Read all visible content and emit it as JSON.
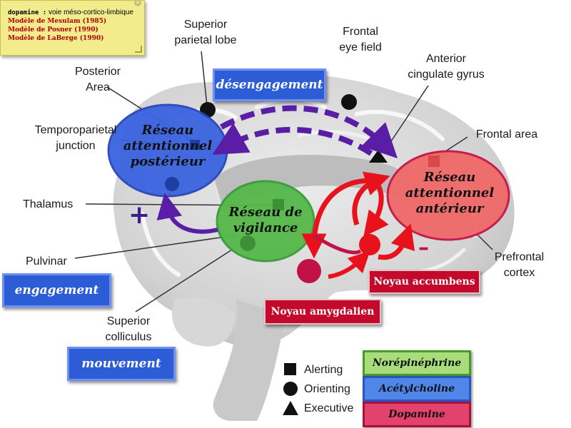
{
  "note": {
    "line1_bold": "dopamine :",
    "line1_rest": " voie méso-cortico-limbique",
    "line2": "Modèle de Mesulam (1985)",
    "line3": "Modèle de Posner (1990)",
    "line4": "Modèle de LaBerge (1990)"
  },
  "anatomy_labels": {
    "superior_parietal_1": "Superior",
    "superior_parietal_2": "parietal lobe",
    "frontal_eye_1": "Frontal",
    "frontal_eye_2": "eye field",
    "anterior_cingulate_1": "Anterior",
    "anterior_cingulate_2": "cingulate gyrus",
    "posterior_area_1": "Posterior",
    "posterior_area_2": "Area",
    "temporoparietal_1": "Temporoparietal",
    "temporoparietal_2": "junction",
    "frontal_area": "Frontal area",
    "thalamus": "Thalamus",
    "pulvinar": "Pulvinar",
    "prefrontal_1": "Prefrontal",
    "prefrontal_2": "cortex",
    "superior_colliculus_1": "Superior",
    "superior_colliculus_2": "colliculus"
  },
  "networks": {
    "posterior_1": "Réseau",
    "posterior_2": "attentionnel",
    "posterior_3": "postérieur",
    "vigilance_1": "Réseau de",
    "vigilance_2": "vigilance",
    "anterior_1": "Réseau",
    "anterior_2": "attentionnel",
    "anterior_3": "antérieur"
  },
  "processes": {
    "desengagement": "désengagement",
    "engagement": "engagement",
    "mouvement": "mouvement"
  },
  "nuclei": {
    "accumbens": "Noyau accumbens",
    "amygdalien": "Noyau amygdalien"
  },
  "signs": {
    "plus": "+",
    "minus": "–"
  },
  "legend_shapes": {
    "alerting": "Alerting",
    "orienting": "Orienting",
    "executive": "Executive"
  },
  "legend_neuro": {
    "norepinephrine": "Norépinéphrine",
    "acetylcholine": "Acétylcholine",
    "dopamine": "Dopamine"
  },
  "colors": {
    "posterior_network": "#3b63e0",
    "vigilance_network": "#55b84a",
    "anterior_network": "#ef6a6a",
    "dopamine_red": "#e8121d",
    "pathway_purple": "#5a1ea6",
    "box_blue": "#2c5cd6",
    "box_crimson": "#c30a2c",
    "legend_green": "#a7dd7b",
    "legend_blue": "#4f86e8",
    "legend_pink": "#e2426b"
  }
}
